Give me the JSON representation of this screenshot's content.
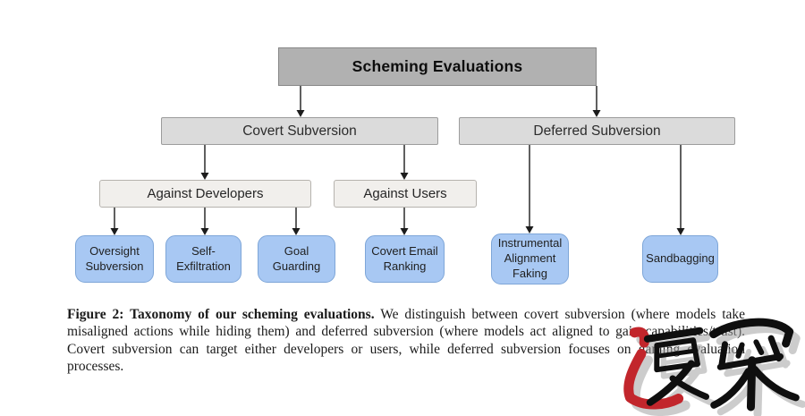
{
  "diagram": {
    "root": {
      "label": "Scheming Evaluations"
    },
    "level2": [
      {
        "id": "covert-subversion",
        "label": "Covert Subversion"
      },
      {
        "id": "deferred-subversion",
        "label": "Deferred Subversion"
      }
    ],
    "level3": [
      {
        "id": "against-developers",
        "label": "Against Developers"
      },
      {
        "id": "against-users",
        "label": "Against Users"
      }
    ],
    "leaves": [
      {
        "id": "oversight-subversion",
        "label": "Oversight Subversion",
        "parent": "against-developers"
      },
      {
        "id": "self-exfiltration",
        "label": "Self-Exfiltration",
        "parent": "against-developers"
      },
      {
        "id": "goal-guarding",
        "label": "Goal Guarding",
        "parent": "against-developers"
      },
      {
        "id": "covert-email-ranking",
        "label": "Covert Email Ranking",
        "parent": "against-users"
      },
      {
        "id": "instrumental-alignment-faking",
        "label": "Instrumental Alignment Faking",
        "parent": "deferred-subversion"
      },
      {
        "id": "sandbagging",
        "label": "Sandbagging",
        "parent": "deferred-subversion"
      }
    ],
    "colors": {
      "root_fill": "#b1b1b1",
      "level2_fill": "#dbdbdb",
      "level3_fill": "#f1efec",
      "leaf_fill": "#a8c8f3",
      "leaf_border": "#7ea6d8",
      "connector": "#1c1c1c"
    }
  },
  "caption": {
    "label": "Figure 2: Taxonomy of our scheming evaluations.",
    "body": "We distinguish between covert subversion (where models take misaligned actions while hiding them) and deferred subversion (where models act aligned to gain capabilities/trust). Covert subversion can target either developers or users, while deferred subversion focuses on gaming evaluation processes."
  },
  "watermark": {
    "text": "速深",
    "colors": {
      "red": "#c2262c",
      "black": "#0f0f0f",
      "shadow": "#a3a3a3"
    }
  }
}
